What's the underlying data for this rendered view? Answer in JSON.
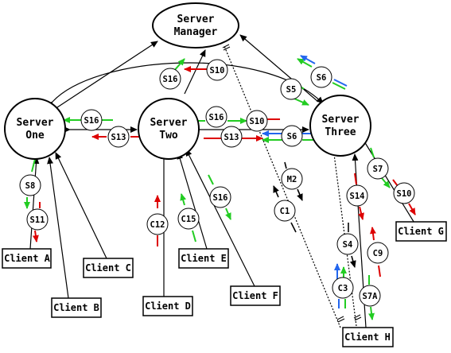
{
  "colors": {
    "line": "#000000",
    "green": "#22cc22",
    "red": "#dd0000",
    "blue": "#2266ee",
    "fill": "#ffffff"
  },
  "servers": [
    {
      "id": "manager",
      "line1": "Server",
      "line2": "Manager"
    },
    {
      "id": "one",
      "line1": "Server",
      "line2": "One"
    },
    {
      "id": "two",
      "line1": "Server",
      "line2": "Two"
    },
    {
      "id": "three",
      "line1": "Server",
      "line2": "Three"
    }
  ],
  "clients": [
    {
      "id": "a",
      "label": "Client A"
    },
    {
      "id": "b",
      "label": "Client B"
    },
    {
      "id": "c",
      "label": "Client C"
    },
    {
      "id": "d",
      "label": "Client D"
    },
    {
      "id": "e",
      "label": "Client E"
    },
    {
      "id": "f",
      "label": "Client F"
    },
    {
      "id": "g",
      "label": "Client G"
    },
    {
      "id": "h",
      "label": "Client H"
    }
  ],
  "messages": [
    {
      "id": "s10-top",
      "label": "S10"
    },
    {
      "id": "s16-a",
      "label": "S16"
    },
    {
      "id": "s5",
      "label": "S5"
    },
    {
      "id": "s6-a",
      "label": "S6"
    },
    {
      "id": "s16-b",
      "label": "S16"
    },
    {
      "id": "s13-a",
      "label": "S13"
    },
    {
      "id": "s16-c",
      "label": "S16"
    },
    {
      "id": "s10-mid",
      "label": "S10"
    },
    {
      "id": "s13-b",
      "label": "S13"
    },
    {
      "id": "s6-b",
      "label": "S6"
    },
    {
      "id": "s8",
      "label": "S8"
    },
    {
      "id": "s11",
      "label": "S11"
    },
    {
      "id": "c12",
      "label": "C12"
    },
    {
      "id": "c15",
      "label": "C15"
    },
    {
      "id": "s16-d",
      "label": "S16"
    },
    {
      "id": "m2",
      "label": "M2"
    },
    {
      "id": "c1",
      "label": "C1"
    },
    {
      "id": "s7",
      "label": "S7"
    },
    {
      "id": "s10-g",
      "label": "S10"
    },
    {
      "id": "s14",
      "label": "S14"
    },
    {
      "id": "s4",
      "label": "S4"
    },
    {
      "id": "c9",
      "label": "C9"
    },
    {
      "id": "c3",
      "label": "C3"
    },
    {
      "id": "s7a",
      "label": "S7A"
    }
  ]
}
